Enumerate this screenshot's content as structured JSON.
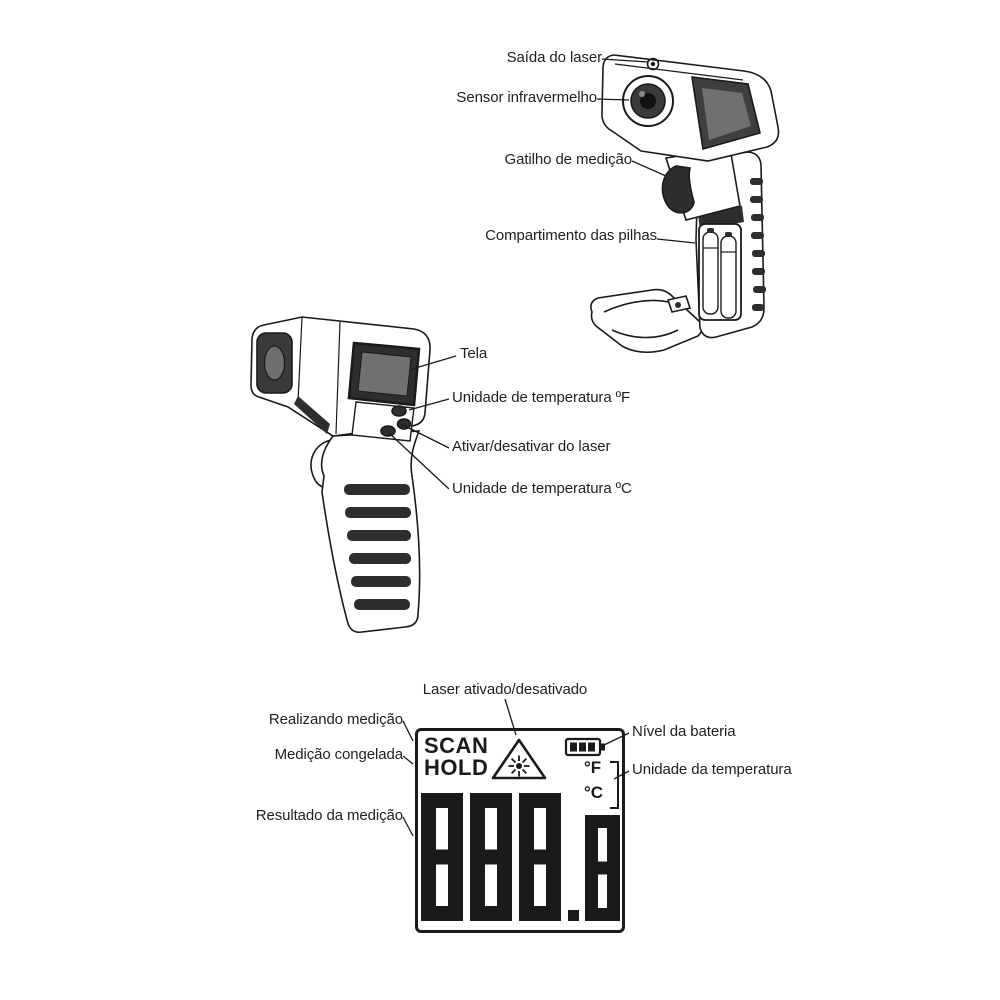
{
  "rear_view": {
    "labels": {
      "laser_output": "Saída do laser",
      "ir_sensor": "Sensor infravermelho",
      "trigger": "Gatilho de medição",
      "battery_compartment": "Compartimento das pilhas"
    }
  },
  "side_view": {
    "labels": {
      "screen": "Tela",
      "unit_f": "Unidade de temperatura ºF",
      "laser_toggle": "Ativar/desativar do laser",
      "unit_c": "Unidade de temperatura ºC"
    }
  },
  "display_view": {
    "labels": {
      "laser_status": "Laser ativado/desativado",
      "scanning": "Realizando medição",
      "frozen": "Medição congelada",
      "battery_level": "Nível da bateria",
      "temperature_unit": "Unidade da temperatura",
      "result": "Resultado da medição"
    },
    "screen": {
      "scan": "SCAN",
      "hold": "HOLD",
      "unit_f": "°F",
      "unit_c": "°C",
      "reading": "888.8"
    }
  },
  "colors": {
    "line": "#1a1a1a",
    "dark_fill": "#2e2e2e",
    "mid_fill": "#707070"
  }
}
